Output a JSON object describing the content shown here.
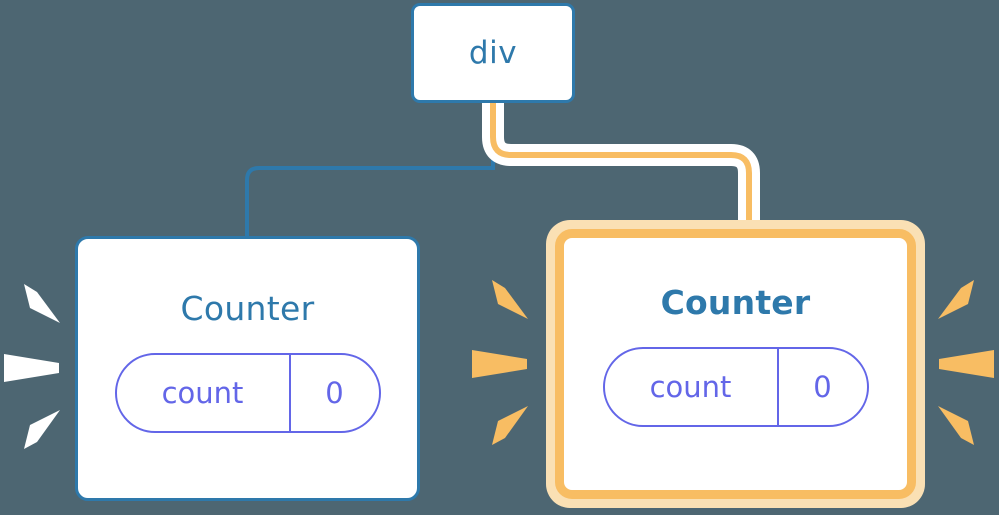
{
  "diagram": {
    "title": "component-tree-reactivity",
    "background_color": "#4d6672",
    "palette": {
      "blue": "#2e79ab",
      "orange": "#f8bd63",
      "orange_glow": "#fae0b4",
      "purple": "#6366e8",
      "white": "#ffffff"
    },
    "nodes": [
      {
        "id": "div",
        "label": "div",
        "kind": "element",
        "highlighted": false,
        "border_color": "#2e79ab"
      },
      {
        "id": "counter-left",
        "label": "Counter",
        "kind": "component",
        "highlighted": false,
        "border_color": "#2e79ab",
        "state": {
          "key": "count",
          "value": "0"
        },
        "sparkles": {
          "color": "#ffffff",
          "count": 3,
          "side": "left"
        }
      },
      {
        "id": "counter-right",
        "label": "Counter",
        "kind": "component",
        "highlighted": true,
        "border_color": "#f8bd63",
        "state": {
          "key": "count",
          "value": "0"
        },
        "sparkles": {
          "color": "#f8bd63",
          "count": 6,
          "side": "both"
        }
      }
    ],
    "edges": [
      {
        "from": "div",
        "to": "counter-left",
        "color": "#2e79ab",
        "highlighted": false
      },
      {
        "from": "div",
        "to": "counter-right",
        "color": "#f8bd63",
        "highlighted": true
      }
    ]
  }
}
